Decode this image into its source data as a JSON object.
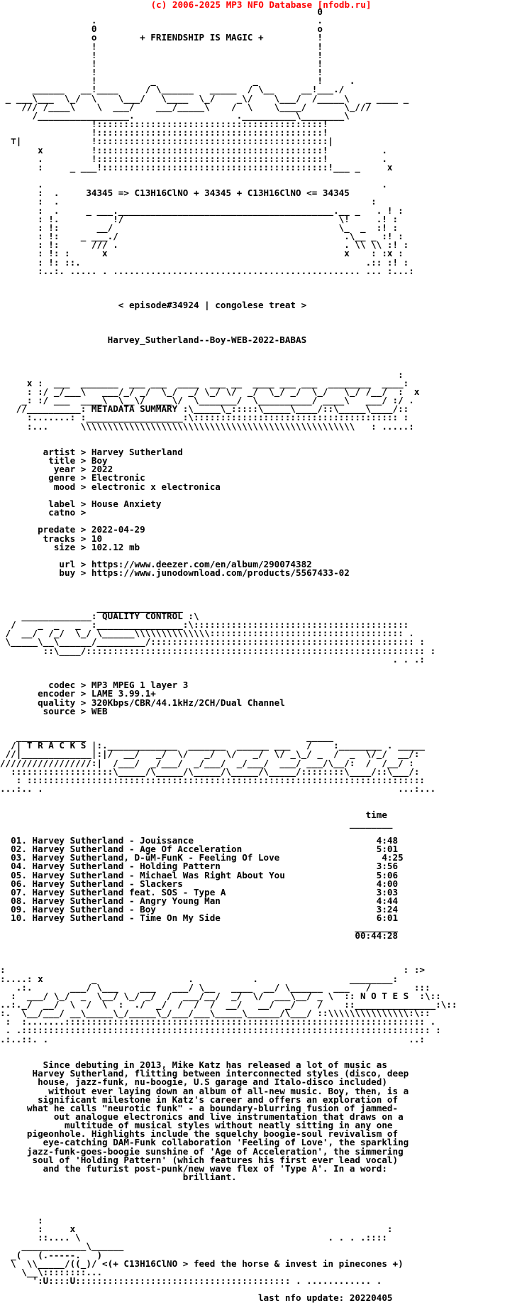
{
  "header": {
    "copyright": "(c) 2006-2025 MP3 NFO Database [nfodb.ru]"
  },
  "nfo": {
    "lines": [
      "                                                           0",
      "                 .                                         .",
      "                 0                                         o",
      "                 o        + FRIENDSHIP IS MAGIC +          !",
      "                 !                                         !",
      "                 !                                         !",
      "                 !                                         !",
      "                 !                                         !",
      "                 !          _                  _           !     .",
      "      ______   __!____     / \\______   _____  / \\__     __!___./",
      " _ ___\\___  \\_/  \\    \\___/   \\____  \\_/    _\\/    \\___/  /_____\\   _ ____ _",
      "    /// /____\\    \\  ___/    ___/_____\\    /  \\    \\____/       \\_///",
      "      /_________________.                   .__________\\________\\",
      "                 !::::::::::::::::::::::::::::::::::::::::::!",
      "                 !::::::::::::::::::::::::::::::::::::::::::!",
      "  ⊤|             !:::::::::::::::::::::::::::::::::::::::::::|",
      "       x         !::::::::::::::::::::::::::::::::::::::::::!          .",
      "       .         !::::::::::::::::::::::::::::::::::::::::::!          .",
      "       :     _ ___!::::::::::::::::::::::::::::::::::::::::::!___ _     x",
      "",
      "       .                                                               .",
      "       :  .     34345 => C13H16ClNO + 34345 + C13H16ClNO <= 34345",
      "       :  .                                                          :",
      "       :  .     _ ___.________________________________________.__ _   . ! :",
      "       : !.          !/                                        \\!     .! :",
      "       : !:       __/                                          \\_  _  :! :",
      "       : !:    _ ___./                                          .\\__ _ :! :",
      "       : !:      /// .                                          . \\\\ \\\\ :! :",
      "       : !: :      x                                            x    : :x :",
      "       : !: ::.                                                     .:: :! :",
      "       :..:. ..... . .............................................. ... :...:",
      "",
      "",
      "",
      "                      < episode#34924 | congolese treat >",
      "",
      "",
      "",
      "                    Harvey_Sutherland--Boy-WEB-2022-BABAS",
      "",
      "",
      "",
      "                                                                          :",
      "     x :  ___  _______  ___ ___  ____  ___ __  ____ ___ ___  ________  ____:",
      "     : :/ _/___\\   ___/_/ _/  \\_/  _/ \\_/ \\/  _/  \\_/ _/  \\_/   \\_/ /__/  :  x",
      "    _: :/ ___  ____\\  \\__\\/  ___\\/  \\_______/  \\__________/ ____\\   ___/ :/ .",
      "   //__________: METADATA SUMMARY :\\_____\\_:::::\\_____\\____/::\\_____\\____/::",
      "     :.......: :__________________:\\:::::::::::::::::::::::::::::::::::::: :",
      "     :...      \\\\\\\\\\\\\\\\\\\\\\\\\\\\\\\\\\\\\\\\\\\\\\\\\\\\\\\\\\\\\\\\\\\\\\\\\\\\\\\\\\\\\\\\\\\\\\\\\\\\\\   : .....:",
      "",
      "",
      "        artist > Harvey Sutherland",
      "         title > Boy",
      "          year > 2022",
      "         genre > Electronic",
      "          mood > electronic x electronica",
      "",
      "         label > House Anxiety",
      "         catno >",
      "",
      "       predate > 2022-04-29",
      "        tracks > 10",
      "          size > 102.12 mb",
      "",
      "           url > https://www.deezer.com/en/album/290074382",
      "           buy > https://www.junodownload.com/products/5567433-02",
      "",
      "",
      "",
      "                  ________________",
      "    _____________: QUALITY CONTROL :\\",
      "  /    _  _   _  :________________:\\::::::::::::::::::::::::::::::::::::::::",
      " /  __/  /_/  \\_/ \\______\\\\\\\\\\\\\\\\\\\\\\\\\\\\:::::::::::::::::::::::::::::::::::: .",
      " \\_____\\__\\______/_________/::::::::::::::::::::::::::::::::::::::::::::::::: :",
      "        ::\\____/::::::::::::::::::::::::::::::::::::::::::::::::::::::::::::::: :",
      "                                                                         . . .:",
      "",
      "",
      "         codec > MP3 MPEG 1 layer 3",
      "       encoder > LAME 3.99.1+",
      "       quality > 320Kbps/CBR/44.1kHz/2CH/Dual Channel",
      "        source > WEB",
      "",
      "",
      "   _____________                                         _____",
      "  /| T R A C K S |:._____________  _______  ______ ___   /    :________ . _____",
      " //|_____________|:|/  __/   _/  \\/   _/  \\/   _/  \\/ _\\_/ _  /  _  \\/_/  __/:",
      "/////////////////:|  /___/  _/___/  _/___/  _/___/  ___/ ___/\\__/:  /  /__/ :",
      "  :::::::::::::::::::\\_____/\\_____/\\_____/\\_____/\\_____/::::::::\\____/::\\___/:",
      "   : ::::::::::::::::::::::::::::::::::::::::::::::::::::::::::::::::::::::::::",
      "...:.. .                                                                  ...:...",
      "",
      "",
      "                                                                    time",
      "                                                                 ________",
      "",
      "  01. Harvey Sutherland - Jouissance                                  4:48",
      "  02. Harvey Sutherland - Age Of Acceleration                         5:01",
      "  03. Harvey Sutherland, D-ūM-FunK - Feeling Of Love                   4:25",
      "  04. Harvey Sutherland - Holding Pattern                             3:56",
      "  05. Harvey Sutherland - Michael Was Right About You                 5:06",
      "  06. Harvey Sutherland - Slackers                                    4:00",
      "  07. Harvey Sutherland feat. SOS - Type A                            3:03",
      "  08. Harvey Sutherland - Angry Young Man                             4:44",
      "  09. Harvey Sutherland - Boy                                         3:24",
      "  10. Harvey Sutherland - Time On My Side                             6:01",
      "                                                                  ________",
      "                                                                  00:44:28",
      "",
      "",
      "",
      ":                                                                          : :>",
      ":....: x         _                 .           .                 ________:",
      "   .:.       ___/ \\___    ___   ___/ \\__   ____  __/ \\______  ___   /        :::",
      "  :  ___/ \\_/  _  \\__/ \\_/ _/  /  ___/__/  _/  \\/  ___\\__/ _ \\  :: N O T E S  :\\::",
      "..:._/  __/  \\  /  \\  :  ./  _/  /  /  /  __/   __/  _/    /    ::_______________:\\::",
      ":.  \\__/___/ __\\_____\\_/_____\\_/___/___\\_____\\______/\\___/ ::\\\\\\\\\\\\\\\\\\\\\\\\\\\\\\:\\::",
      " :  :.......::::::::::::::::::::::::::::::::::::::::::::::::::::::::::::::::::: .",
      " . .:::::::::::::::::::::::::::::::::::::::::::::::::::::::::::::::::::::::::::: :",
      ".:..::. .                                                                   ..:",
      "",
      "",
      "        Since debuting in 2013, Mike Katz has released a lot of music as",
      "      Harvey Sutherland, flitting between interconnected styles (disco, deep",
      "       house, jazz-funk, nu-boogie, U.S garage and Italo-disco included)",
      "         without ever laying down an album of all-new music. Boy, then, is a",
      "       significant milestone in Katz's career and offers an exploration of",
      "     what he calls \"neurotic funk\" - a boundary-blurring fusion of jammed-",
      "          out analogue electronics and live instrumentation that draws on a",
      "            multitude of musical styles without neatly sitting in any one",
      "     pigeonhole. Highlights include the squelchy boogie-soul revivalism of",
      "        eye-catching DAM-Funk collaboration 'Feeling of Love', the sparkling",
      "     jazz-funk-goes-boogie sunshine of 'Age of Acceleration', the simmering",
      "      soul of 'Holding Pattern' (which features his first ever lead vocal)",
      "        and the futurist post-punk/new wave flex of 'Type A'. In a word:",
      "                                  brilliant.",
      "",
      "",
      "",
      "",
      "       :",
      "       :     x                                                          :",
      "       ::.... \\                                              . . . .::::",
      "    ____________\\______",
      "  _(   (.-----.   )",
      "  \\  \\\\_____/((_)/ <(+ C13H16ClNO > feed the horse & invest in pinecones +)",
      "    \\__\\::::::::...",
      "      ':U::::U:::::::::::::::::::::::::::::::::::::::: . ............ .",
      "",
      "                                                last nfo update: 20220405"
    ]
  }
}
